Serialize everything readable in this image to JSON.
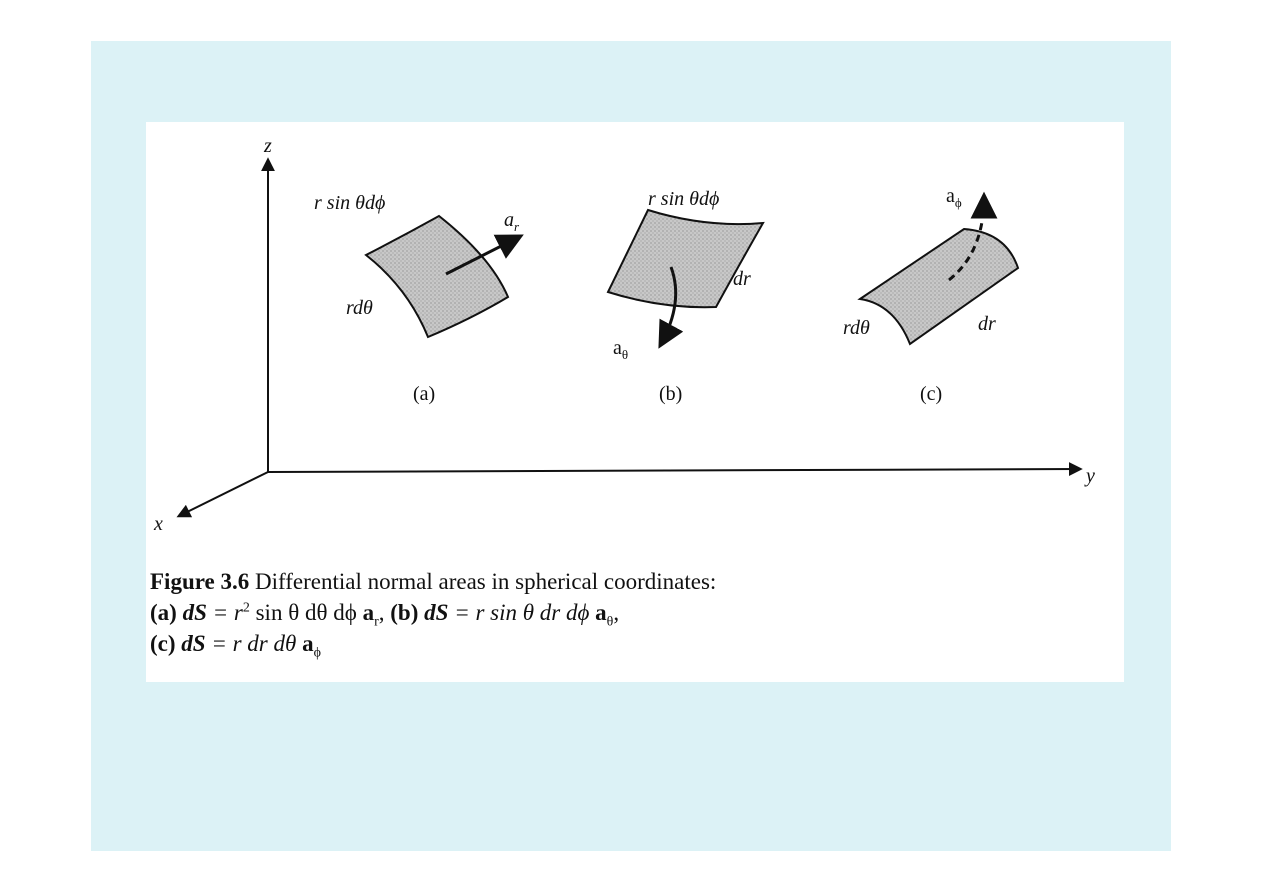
{
  "colors": {
    "slide_background": "#dcf2f6",
    "panel_background": "#ffffff",
    "surface_fill": "#c8c8c8",
    "ink": "#111111"
  },
  "axes": {
    "z": "z",
    "y": "y",
    "x": "x"
  },
  "panels": {
    "a": {
      "tag": "(a)",
      "top_label": "r sin θdϕ",
      "side_label": "rdθ",
      "vector_main": "a",
      "vector_sub": "r"
    },
    "b": {
      "tag": "(b)",
      "top_label": "r sin θdϕ",
      "side_label": "dr",
      "vector_main": "a",
      "vector_sub": "θ"
    },
    "c": {
      "tag": "(c)",
      "left_label": "rdθ",
      "right_label": "dr",
      "vector_main": "a",
      "vector_sub": "ϕ"
    }
  },
  "caption": {
    "figure_number": "Figure 3.6",
    "title": "Differential normal areas in spherical coordinates:",
    "a_tag": "(a)",
    "a_dS": "dS",
    "a_eq": "= r",
    "a_exp": "2",
    "a_rest": "sin θ dθ dϕ",
    "a_vec": "a",
    "a_vec_sub": "r",
    "b_tag": "(b)",
    "b_dS": "dS",
    "b_eq": "= r sin θ dr dϕ",
    "b_vec": "a",
    "b_vec_sub": "θ",
    "c_tag": "(c)",
    "c_dS": "dS",
    "c_eq": "= r dr dθ",
    "c_vec": "a",
    "c_vec_sub": "ϕ"
  }
}
